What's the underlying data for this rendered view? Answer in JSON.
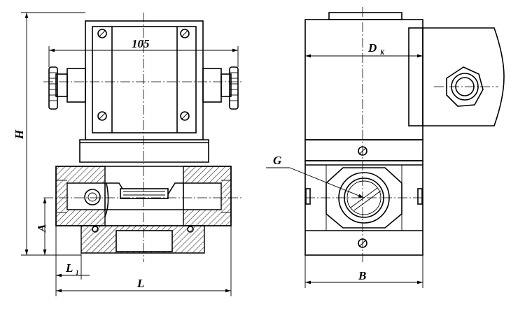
{
  "drawing": {
    "front_view": {
      "dim_width_top": "105",
      "dim_height": "H",
      "dim_axis_height": "A",
      "dim_length": "L",
      "dim_thread_length": "L",
      "dim_thread_length_sub": "1"
    },
    "side_view": {
      "dim_coil_diameter": "D",
      "dim_coil_diameter_sub": "K",
      "dim_thread": "G",
      "dim_body_width": "B"
    }
  }
}
